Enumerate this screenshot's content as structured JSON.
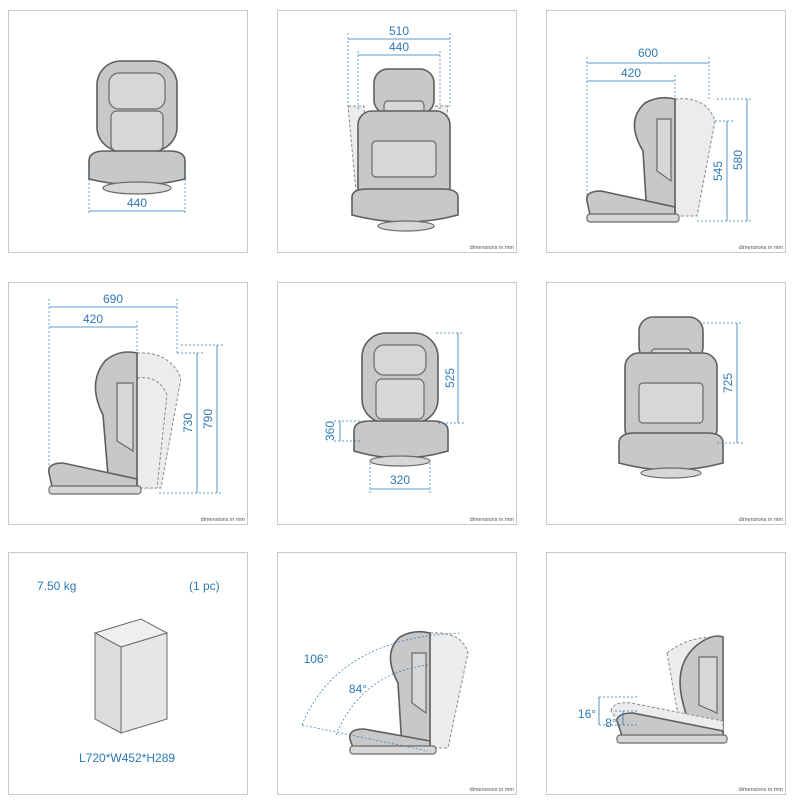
{
  "footer_note": "dimensions in mm",
  "panels": {
    "p1": {
      "width": "440"
    },
    "p2": {
      "outer": "510",
      "inner": "440"
    },
    "p3": {
      "depth_max": "600",
      "depth_min": "420",
      "height_low": "545",
      "height_high": "580"
    },
    "p4": {
      "depth_max": "690",
      "depth_min": "420",
      "height_low": "730",
      "height_high": "790"
    },
    "p5": {
      "back_height": "525",
      "seat_height": "360",
      "seat_width": "320"
    },
    "p6": {
      "height": "725"
    },
    "p7": {
      "weight": "7.50 kg",
      "quantity": "(1 pc)",
      "dimensions": "L720*W452*H289"
    },
    "p8": {
      "angle_outer": "106°",
      "angle_inner": "84°"
    },
    "p9": {
      "tilt_high": "16°",
      "tilt_low": "8°"
    }
  },
  "colors": {
    "dimension": "#2e78b7",
    "seat": "#c8c8c8",
    "outline": "#5e5e5e",
    "border": "#c9c9c9"
  }
}
